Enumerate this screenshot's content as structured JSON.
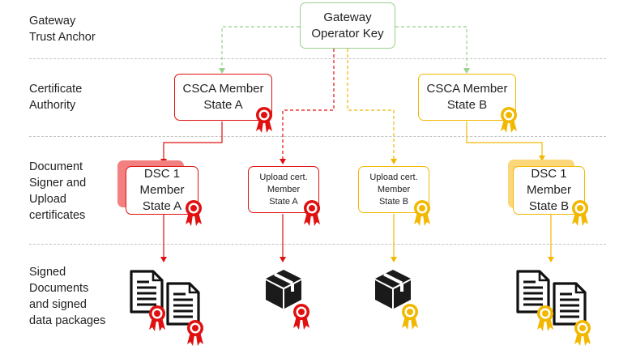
{
  "lanes": [
    {
      "label_lines": [
        "Gateway",
        "Trust Anchor"
      ]
    },
    {
      "label_lines": [
        "Certificate",
        "Authority"
      ]
    },
    {
      "label_lines": [
        "Document",
        "Signer and",
        "Upload",
        "certificates"
      ]
    },
    {
      "label_lines": [
        "Signed",
        "Documents",
        "and signed",
        "data packages"
      ]
    }
  ],
  "nodes": {
    "operator_key": {
      "lines": [
        "Gateway",
        "Operator Key"
      ]
    },
    "csca_a": {
      "lines": [
        "CSCA Member",
        "State A"
      ]
    },
    "csca_b": {
      "lines": [
        "CSCA Member",
        "State B"
      ]
    },
    "dsc_a": {
      "lines": [
        "DSC 1",
        "Member",
        "State A"
      ]
    },
    "upload_a": {
      "lines": [
        "Upload cert.",
        "Member",
        "State A"
      ]
    },
    "upload_b": {
      "lines": [
        "Upload cert.",
        "Member",
        "State B"
      ]
    },
    "dsc_b": {
      "lines": [
        "DSC 1",
        "Member",
        "State B"
      ]
    }
  },
  "colors": {
    "trust_anchor": "#98d08e",
    "member_state_a": "#e01010",
    "member_state_b": "#f2b800",
    "separator": "#c4c4c4"
  },
  "icons": [
    "document-icon",
    "package-icon",
    "certificate-seal-icon"
  ]
}
